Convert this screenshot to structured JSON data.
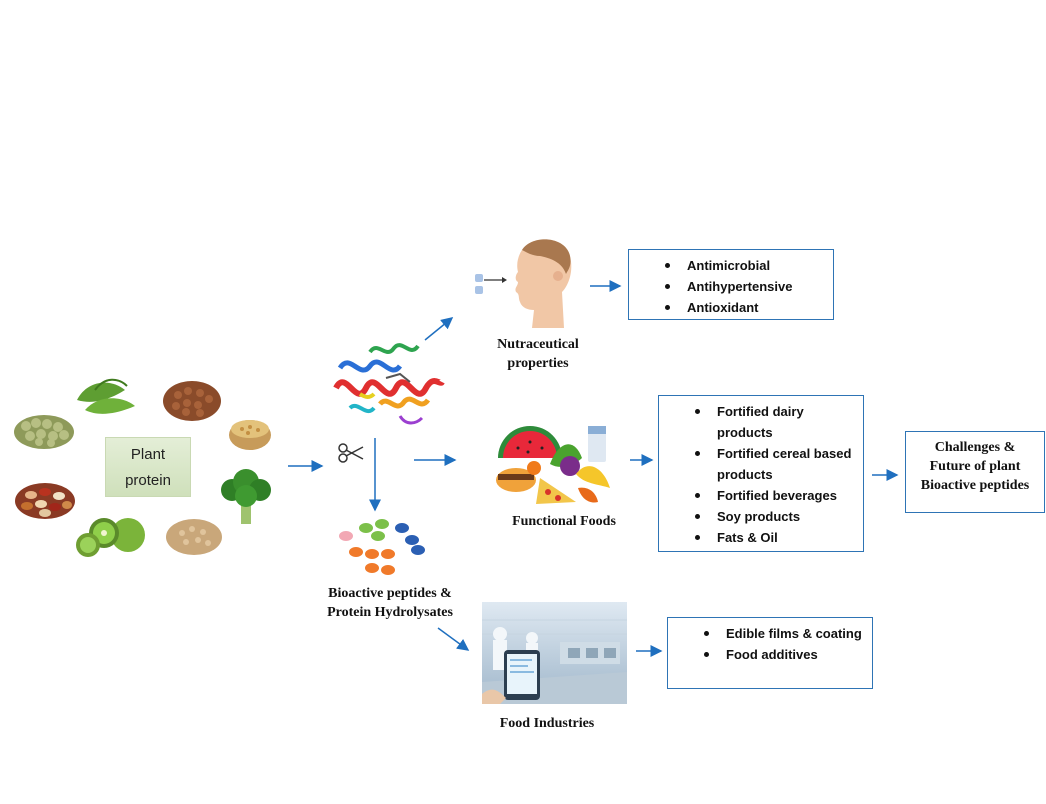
{
  "plant_protein": {
    "label_line1": "Plant",
    "label_line2": "protein"
  },
  "center": {
    "label_line1": "Bioactive peptides &",
    "label_line2": "Protein Hydrolysates"
  },
  "nutraceutical": {
    "title_line1": "Nutraceutical",
    "title_line2": "properties",
    "items": [
      "Antimicrobial",
      "Antihypertensive",
      "Antioxidant"
    ]
  },
  "functional": {
    "title": "Functional Foods",
    "items": [
      "Fortified dairy products",
      "Fortified cereal based products",
      "Fortified beverages",
      "Soy products",
      "Fats & Oil"
    ]
  },
  "industries": {
    "title": "Food Industries",
    "items": [
      "Edible films & coating",
      "Food additives"
    ]
  },
  "challenges": {
    "line1": "Challenges &",
    "line2": "Future of plant",
    "line3": "Bioactive peptides"
  },
  "colors": {
    "arrow": "#1f6fbf",
    "box_border": "#2e74b5",
    "plant_box": "#d8e6c6"
  },
  "icons": [
    "pea-icon",
    "edamame-icon",
    "lentil-icon",
    "wheat-bowl-icon",
    "broccoli-icon",
    "quinoa-icon",
    "kiwi-icon",
    "beans-icon",
    "protein-structure-icon",
    "scissors-icon",
    "peptide-pills-icon",
    "human-face-icon",
    "food-pile-icon",
    "factory-icon"
  ]
}
